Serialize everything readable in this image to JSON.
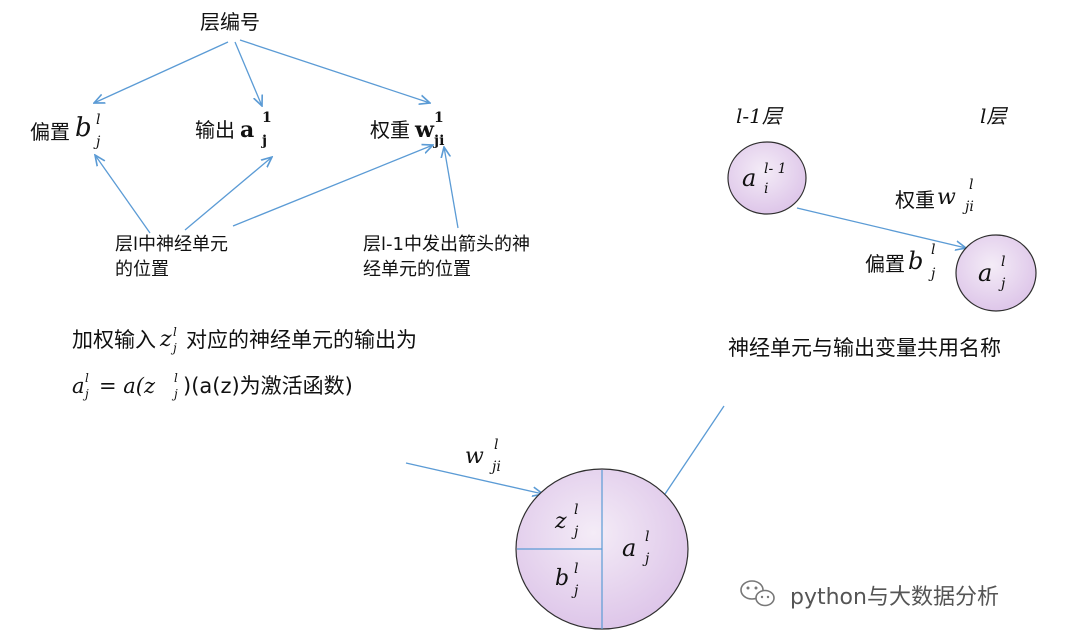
{
  "top_diagram": {
    "layer_number": "层编号",
    "bias_label": "偏置",
    "bias_symbol": "b",
    "bias_sup": "l",
    "bias_sub": "j",
    "output_label": "输出",
    "output_symbol": "a",
    "output_sup": "1",
    "output_sub": "j",
    "weight_label": "权重",
    "weight_symbol": "w",
    "weight_sup": "1",
    "weight_sub": "ji",
    "neuron_position_line1": "层l中神经单元",
    "neuron_position_line2": "的位置",
    "arrow_source_line1": "层l-1中发出箭头的神",
    "arrow_source_line2": "经单元的位置"
  },
  "formula": {
    "line1_prefix": "加权输入",
    "z_symbol": "z",
    "z_sup": "l",
    "z_sub": "j",
    "line1_suffix": "对应的神经单元的输出为",
    "a_symbol": "a",
    "a_sup": "l",
    "a_sub": "j",
    "eq_part": "= a(z",
    "eq_sup": "l",
    "eq_sub": "j",
    "eq_close": ")(a(z)为激活函数)"
  },
  "right_diagram": {
    "layer_prev": "l-1层",
    "layer_cur": "l层",
    "neuron_prev_symbol": "a",
    "neuron_prev_sup": "l- 1",
    "neuron_prev_sub": "i",
    "weight_label": "权重",
    "weight_symbol": "w",
    "weight_sup": "l",
    "weight_sub": "ji",
    "bias_label": "偏置",
    "bias_symbol": "b",
    "bias_sup": "l",
    "bias_sub": "j",
    "neuron_cur_symbol": "a",
    "neuron_cur_sup": "l",
    "neuron_cur_sub": "j",
    "caption": "神经单元与输出变量共用名称"
  },
  "bottom_diagram": {
    "weight_symbol": "w",
    "weight_sup": "l",
    "weight_sub": "ji",
    "z_symbol": "z",
    "z_sup": "l",
    "z_sub": "j",
    "b_symbol": "b",
    "b_sup": "l",
    "b_sub": "j",
    "a_symbol": "a",
    "a_sup": "l",
    "a_sub": "j"
  },
  "watermark": {
    "text": "python与大数据分析",
    "icon": "wechat-icon"
  },
  "colors": {
    "arrow": "#5b9bd5",
    "neuron_fill": "#e6d2ee",
    "neuron_stroke": "#2f2f2f",
    "divider": "#5b9bd5"
  }
}
